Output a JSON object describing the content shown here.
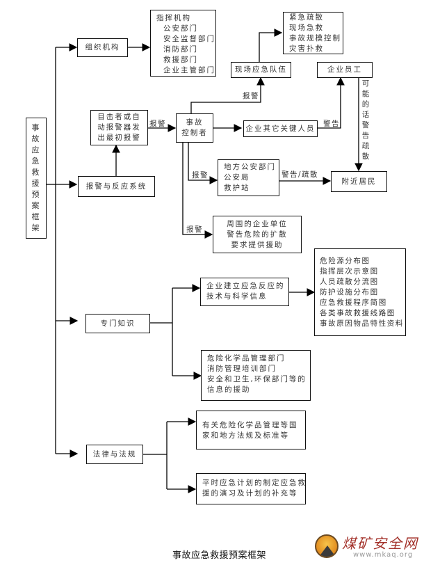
{
  "title": "事故应急救援预案框架",
  "root": {
    "label": "事故应急救援预案框架",
    "chars": [
      "事",
      "故",
      "应",
      "急",
      "救",
      "援",
      "预",
      "案",
      "框",
      "架"
    ]
  },
  "org": {
    "label": "组织机构",
    "command": {
      "lines": [
        "指挥机构",
        "公安部门",
        "安全监督部门",
        "消防部门",
        "救援部门",
        "企业主管部门"
      ]
    }
  },
  "alarm": {
    "system_label": "报警与反应系统",
    "initial": {
      "lines": [
        "目击者或自",
        "动报警器发",
        "出最初报警"
      ]
    },
    "controller": {
      "lines": [
        "事故",
        "控制者"
      ]
    },
    "onsite_team": "现场应急队伍",
    "onsite_tasks": {
      "lines": [
        "紧急疏散",
        "现场急救",
        "事故规模控制",
        "灾害扑救"
      ]
    },
    "staff": "企业员工",
    "key_personnel": "企业其它关键人员",
    "local_agencies": {
      "lines": [
        "地方公安部门",
        "公安局",
        "救护站"
      ]
    },
    "residents": "附近居民",
    "neighbors": {
      "lines": [
        "周围的企业单位",
        "警告危险的扩散",
        "要求提供援助"
      ]
    },
    "edge_labels": {
      "report": "报警",
      "warn": "警告",
      "warn_evacuate": "警告/疏散",
      "maybe_warn_evacuate": [
        "可",
        "能",
        "的",
        "话",
        "警",
        "告",
        "疏",
        "散"
      ]
    }
  },
  "knowledge": {
    "label": "专门知识",
    "tech_info": {
      "lines": [
        "企业建立应急反应的",
        "技术与科学信息"
      ]
    },
    "maps": {
      "lines": [
        "危险源分布图",
        "指挥层次示意图",
        "人员疏散分流图",
        "防护设施分布图",
        "应急救援程序简图",
        "各类事故救援线路图",
        "事故原因物品特性资料"
      ]
    },
    "support": {
      "lines": [
        "危险化学品管理部门",
        "消防管理培训部门",
        "安全和卫生,环保部门等的",
        "信息的援助"
      ]
    }
  },
  "law": {
    "label": "法律与法规",
    "regulations": {
      "lines": [
        "有关危险化学品管理等国",
        "家和地方法规及标准等"
      ]
    },
    "plans": {
      "lines": [
        "平时应急计划的制定应急救",
        "援的演习及计划的补充等"
      ]
    }
  },
  "caption": "事故应急救援预案框架",
  "logo": {
    "name": "煤矿安全网",
    "url": "www.mkaq.org"
  }
}
